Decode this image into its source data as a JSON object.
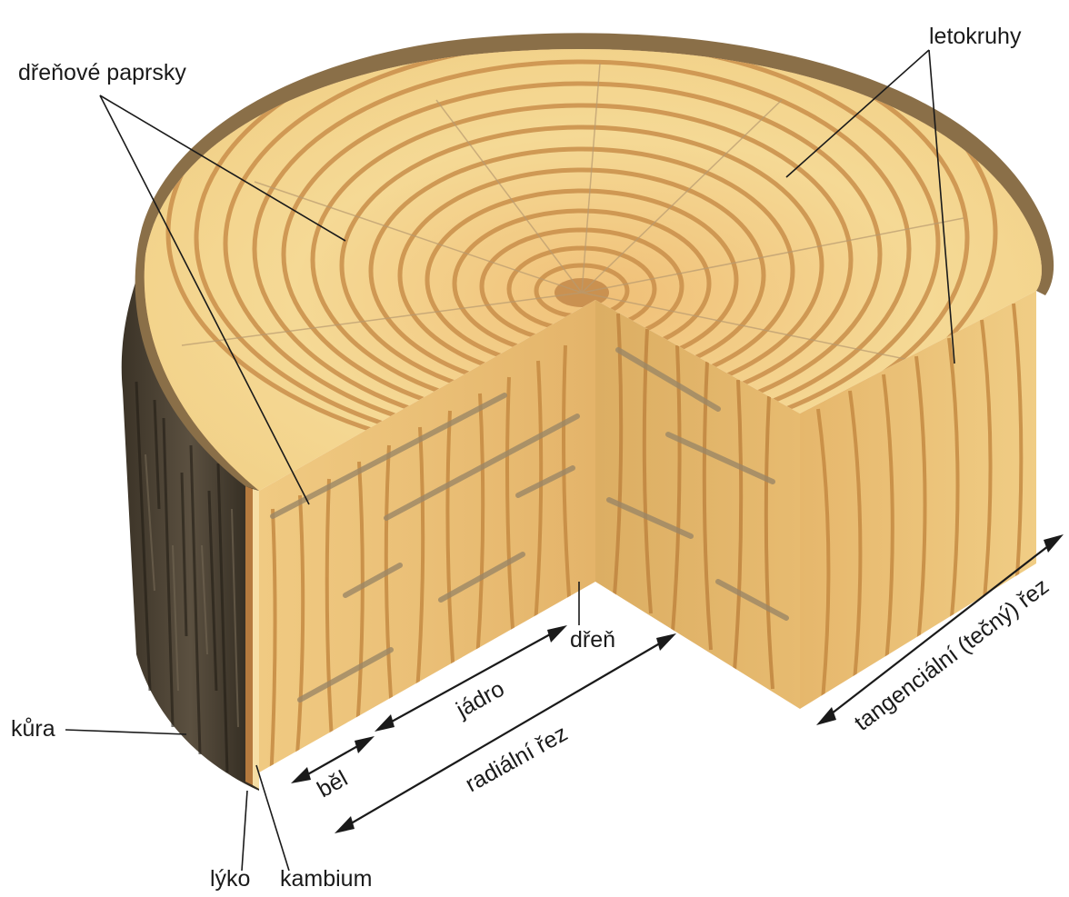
{
  "labels": {
    "pith_rays": "dřeňové paprsky",
    "growth_rings": "letokruhy",
    "bark": "kůra",
    "phloem": "lýko",
    "cambium": "kambium",
    "pith": "dřeň",
    "heartwood": "jádro",
    "sapwood": "běl",
    "radial_cut": "radiální řez",
    "tangential_cut": "tangenciální (tečný) řez"
  },
  "colors": {
    "bark": "#4a4030",
    "bark_dark": "#2f2a1f",
    "bark_rim": "#8a6f48",
    "phloem": "#b07840",
    "wood_light": "#f3d58e",
    "wood_mid": "#e7b96a",
    "ring": "#c8904a",
    "ray": "#a08a68",
    "face_front": "#e9c074",
    "face_right": "#ecc57c",
    "face_notch": "#d9a95f"
  }
}
